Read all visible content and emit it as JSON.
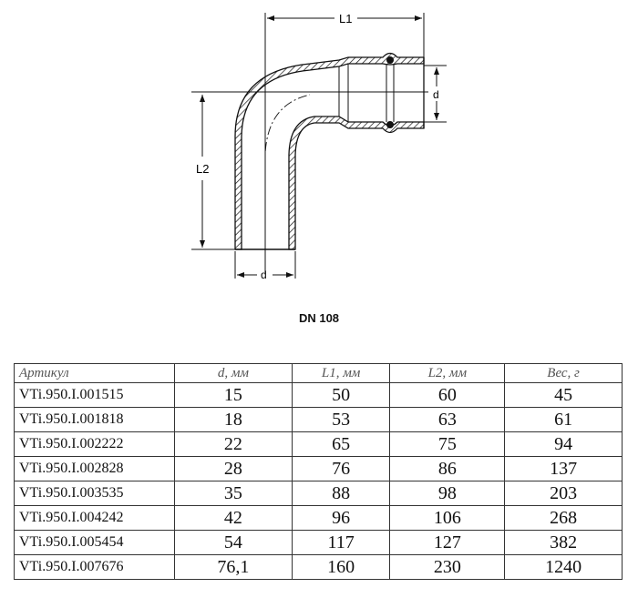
{
  "drawing": {
    "labels": {
      "l1": "L1",
      "l2": "L2",
      "d_right": "d",
      "d_bottom": "d"
    }
  },
  "caption": "DN 108",
  "table": {
    "headers": [
      "Артикул",
      "d, мм",
      "L1, мм",
      "L2, мм",
      "Вес, г"
    ],
    "rows": [
      [
        "VTi.950.I.001515",
        "15",
        "50",
        "60",
        "45"
      ],
      [
        "VTi.950.I.001818",
        "18",
        "53",
        "63",
        "61"
      ],
      [
        "VTi.950.I.002222",
        "22",
        "65",
        "75",
        "94"
      ],
      [
        "VTi.950.I.002828",
        "28",
        "76",
        "86",
        "137"
      ],
      [
        "VTi.950.I.003535",
        "35",
        "88",
        "98",
        "203"
      ],
      [
        "VTi.950.I.004242",
        "42",
        "96",
        "106",
        "268"
      ],
      [
        "VTi.950.I.005454",
        "54",
        "117",
        "127",
        "382"
      ],
      [
        "VTi.950.I.007676",
        "76,1",
        "160",
        "230",
        "1240"
      ]
    ]
  }
}
